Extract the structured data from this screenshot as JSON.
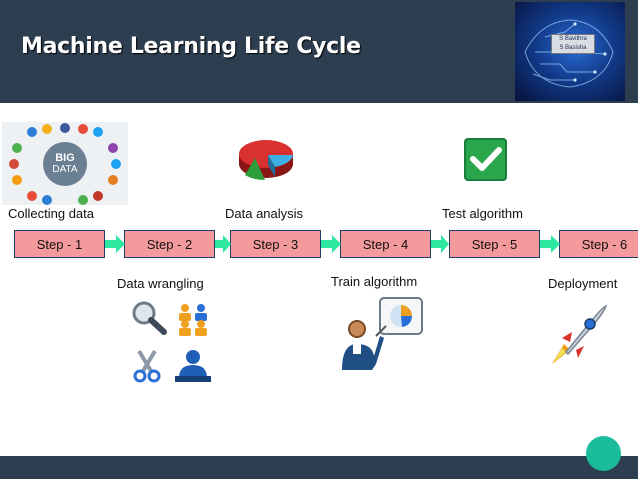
{
  "slide": {
    "title": "Machine Learning Life Cycle"
  },
  "brain_image": {
    "tag_line1": "S Bavithra",
    "tag_line2": "S Basisha"
  },
  "steps": [
    "Step - 1",
    "Step - 2",
    "Step - 3",
    "Step - 4",
    "Step - 5",
    "Step - 6"
  ],
  "captions": {
    "collect": "Collecting data",
    "wrangle": "Data wrangling",
    "analysis": "Data analysis",
    "train": "Train algorithm",
    "test": "Test algorithm",
    "deploy": "Deployment"
  },
  "big_data": {
    "line1": "BIG",
    "line2": "DATA"
  },
  "colors": {
    "header": "#2c3e50",
    "step_fill": "#f49a9c",
    "step_border": "#1e3f6a",
    "arrow": "#2ee8a0",
    "accent_dot": "#1abc9c"
  }
}
